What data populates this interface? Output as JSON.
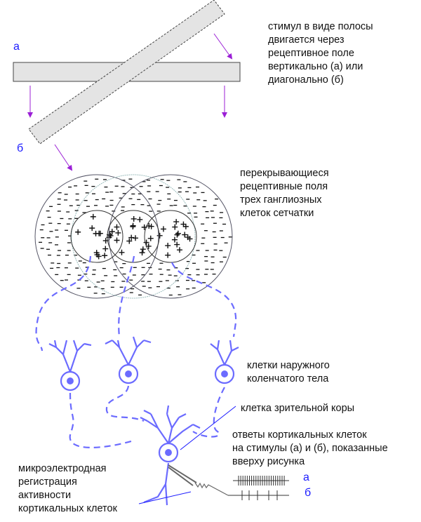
{
  "labels": {
    "a": "а",
    "b": "б",
    "stimulus_desc": "стимул в виде полосы\nдвигается через\nрецептивное поле\nвертикально (а) или\nдиагонально (б)",
    "receptive_fields": "перекрывающиеся\nрецептивные поля\nтрех ганглиозных\nклеток сетчатки",
    "lgn_cells": "клетки наружного\nколенчатого тела",
    "cortex_cell": "клетка зрительной коры",
    "responses": "ответы кортикальных клеток\nна стимулы (а) и (б), показанные\nвверху рисунка",
    "microelectrode": "микроэлектродная\nрегистрация\nактивности\nкортикальных клеток",
    "trace_a": "а",
    "trace_b": "б"
  },
  "colors": {
    "neuron": "#6b6bff",
    "arrow": "#9b1fd6",
    "label": "#1a1aff",
    "bar": "#e4e4e4"
  }
}
